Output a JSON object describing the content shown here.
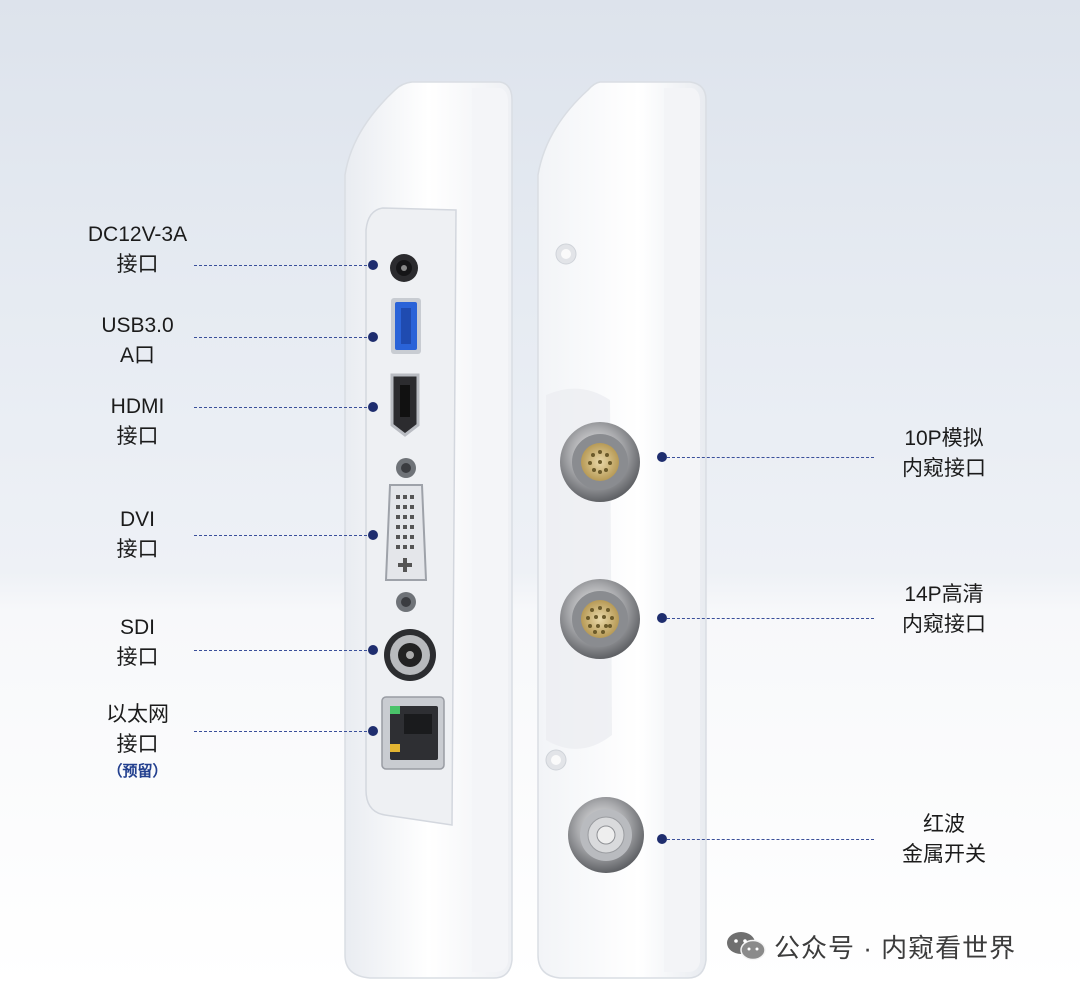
{
  "left_labels": [
    {
      "id": "dc",
      "lines": [
        "DC12V-3A",
        "接口"
      ]
    },
    {
      "id": "usb",
      "lines": [
        "USB3.0",
        "A口"
      ]
    },
    {
      "id": "hdmi",
      "lines": [
        "HDMI",
        "接口"
      ]
    },
    {
      "id": "dvi",
      "lines": [
        "DVI",
        "接口"
      ]
    },
    {
      "id": "sdi",
      "lines": [
        "SDI",
        "接口"
      ]
    },
    {
      "id": "ethernet",
      "lines": [
        "以太网",
        "接口"
      ],
      "sub": "（预留）"
    }
  ],
  "right_labels": [
    {
      "id": "10p",
      "lines": [
        "10P模拟",
        "内窥接口"
      ]
    },
    {
      "id": "14p",
      "lines": [
        "14P高清",
        "内窥接口"
      ]
    },
    {
      "id": "switch",
      "lines": [
        "红波",
        "金属开关"
      ]
    }
  ],
  "watermark": {
    "text": "公众号 · 内窥看世界",
    "icon": "wechat-icon"
  },
  "colors": {
    "leader": "#3a4f9a",
    "dot": "#1e2d6e",
    "sub_label": "#23408f",
    "usb_blue": "#2a63d8"
  }
}
